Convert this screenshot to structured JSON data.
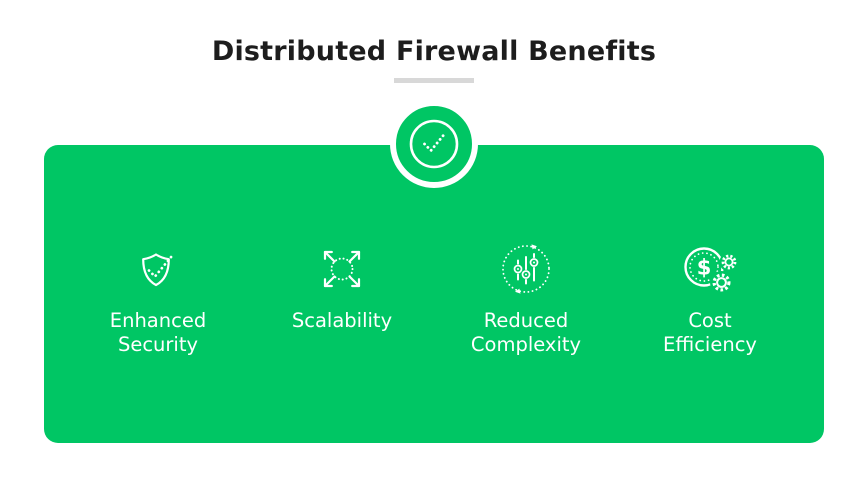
{
  "header": {
    "title": "Distributed Firewall Benefits"
  },
  "badge": {
    "icon": "check-circle-icon"
  },
  "panel": {
    "items": [
      {
        "icon": "shield-check-icon",
        "label": "Enhanced\nSecurity"
      },
      {
        "icon": "expand-arrows-icon",
        "label": "Scalability"
      },
      {
        "icon": "sliders-icon",
        "label": "Reduced\nComplexity"
      },
      {
        "icon": "dollar-gears-icon",
        "label": "Cost\nEfficiency"
      }
    ]
  },
  "colors": {
    "panel_green": "#00c664",
    "badge_green": "#00c664",
    "divider_gray": "#d8d8d8",
    "title_dark": "#1d1d1d",
    "icon_white": "#ffffff"
  }
}
